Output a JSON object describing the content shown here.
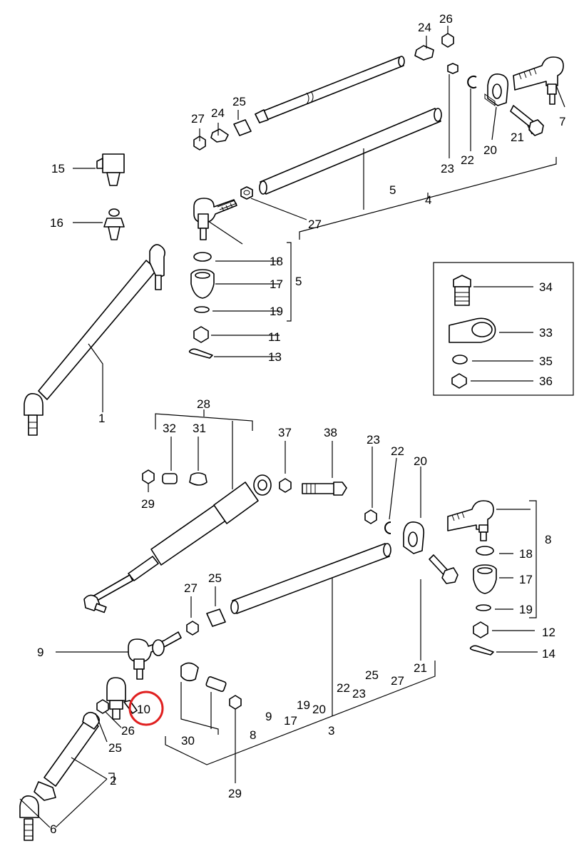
{
  "labels": {
    "l1": "1",
    "l2": "2",
    "l3": "3",
    "l4": "4",
    "l5a": "5",
    "l5b": "5",
    "l6": "6",
    "l7": "7",
    "l8": "8",
    "l9a": "9",
    "l9b": "9",
    "l10": "10",
    "l11": "11",
    "l12": "12",
    "l13": "13",
    "l14": "14",
    "l15": "15",
    "l16": "16",
    "l17a": "17",
    "l17b": "17",
    "l17c": "17",
    "l18a": "18",
    "l18b": "18",
    "l19a": "19",
    "l19b": "19",
    "l19c": "19",
    "l20a": "20",
    "l20b": "20",
    "l20c": "20",
    "l21a": "21",
    "l21b": "21",
    "l22a": "22",
    "l22b": "22",
    "l22c": "22",
    "l23a": "23",
    "l23b": "23",
    "l23c": "23",
    "l24a": "24",
    "l24b": "24",
    "l25a": "25",
    "l25b": "25",
    "l25c": "25",
    "l25d": "25",
    "l26a": "26",
    "l26b": "26",
    "l27a": "27",
    "l27b": "27",
    "l27c": "27",
    "l27d": "27",
    "l28": "28",
    "l29a": "29",
    "l29b": "29",
    "l30": "30",
    "l31": "31",
    "l32": "32",
    "l33": "33",
    "l34": "34",
    "l35": "35",
    "l36": "36",
    "l37": "37",
    "l38": "38",
    "l8b": "8"
  },
  "highlight": {
    "label": "10",
    "color": "#e02020"
  }
}
